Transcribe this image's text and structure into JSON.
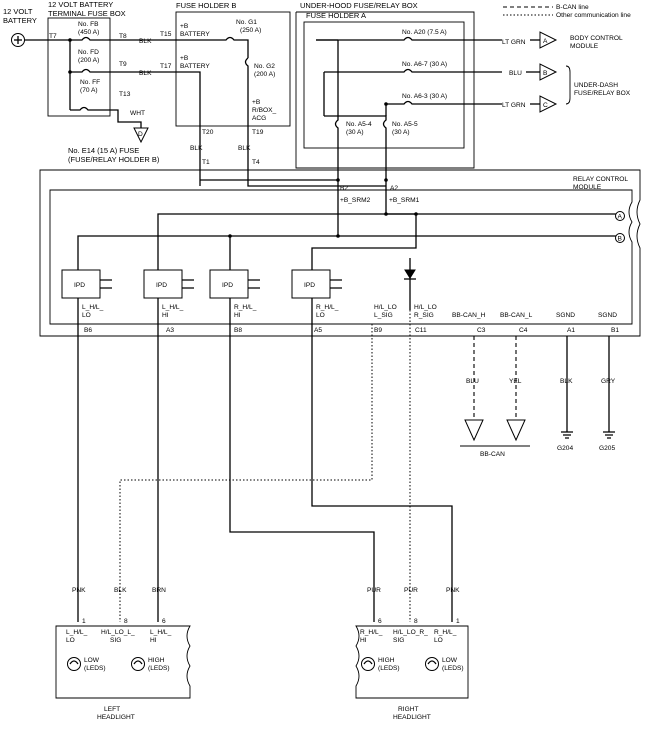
{
  "legend": {
    "bcan": "B-CAN line",
    "other": "Other communication line"
  },
  "battery": {
    "line1": "12 VOLT",
    "line2": "BATTERY"
  },
  "terminal_box": {
    "line1": "12 VOLT BATTERY",
    "line2": "TERMINAL FUSE BOX",
    "fuses": [
      {
        "name": "No. FB",
        "rating": "(450 A)"
      },
      {
        "name": "No. FD",
        "rating": "(200 A)"
      },
      {
        "name": "No. FF",
        "rating": "(70 A)"
      }
    ],
    "terms": {
      "t7": "T7",
      "t8": "T8",
      "t9": "T9",
      "t13": "T13"
    }
  },
  "fuse_holder_b": {
    "title": "FUSE HOLDER B",
    "bat1": "+B",
    "bat1b": "BATTERY",
    "bat2": "+B",
    "bat2b": "BATTERY",
    "g1": "No. G1",
    "g1r": "(250 A)",
    "g2": "No. G2",
    "g2r": "(200 A)",
    "rbox1": "+B",
    "rbox2": "R/BOX_",
    "rbox3": "ACG",
    "terms": {
      "t15": "T15",
      "t17": "T17",
      "t20": "T20",
      "t19": "T19"
    }
  },
  "under_hood": {
    "title": "UNDER-HOOD FUSE/RELAY BOX"
  },
  "fuse_holder_a": {
    "title": "FUSE HOLDER A",
    "a20": "No. A20 (7.5 A)",
    "a67": "No. A6-7 (30 A)",
    "a63": "No. A6-3 (30 A)",
    "a54": "No. A5-4",
    "a54r": "(30 A)",
    "a55": "No. A5-5",
    "a55r": "(30 A)"
  },
  "wire_colors": {
    "blk_t8": "BLK",
    "blk_t9": "BLK",
    "wht": "WHT",
    "blk_t20": "BLK",
    "blk_t19": "BLK",
    "ltgrn1": "LT GRN",
    "blu1": "BLU",
    "ltgrn2": "LT GRN",
    "blu_can": "BLU",
    "yel_can": "YEL",
    "blk_g": "BLK",
    "gry_g": "GRY",
    "pnk_l": "PNK",
    "blk_l": "BLK",
    "brn_l": "BRN",
    "pur_r": "PUR",
    "pur2_r": "PUR",
    "pnk_r": "PNK"
  },
  "e14": {
    "line1": "No. E14 (15 A) FUSE",
    "line2": "(FUSE/RELAY HOLDER B)"
  },
  "connectors": {
    "a": "A",
    "b": "B",
    "c": "C",
    "d": "D",
    "a_txt1": "BODY CONTROL",
    "a_txt2": "MODULE",
    "bc_txt1": "UNDER-DASH",
    "bc_txt2": "FUSE/RELAY BOX",
    "ref_a": "A",
    "ref_b": "B"
  },
  "relay_module": {
    "title1": "RELAY CONTROL",
    "title2": "MODULE",
    "b2": "B2",
    "a2": "A2",
    "t1": "T1",
    "t4": "T4",
    "srm2": "+B_SRM2",
    "srm1": "+B_SRM1",
    "ipd": "IPD",
    "pins": [
      {
        "l1": "L_H/L_",
        "l2": "LO",
        "pin": "B6"
      },
      {
        "l1": "L_H/L_",
        "l2": "HI",
        "pin": "A3"
      },
      {
        "l1": "R_H/L_",
        "l2": "HI",
        "pin": "B8"
      },
      {
        "l1": "R_H/L_",
        "l2": "LO",
        "pin": "A5"
      },
      {
        "l1": "H/L_LO",
        "l2": "L_SIG",
        "pin": "B9"
      },
      {
        "l1": "H/L_LO",
        "l2": "R_SIG",
        "pin": "C11"
      },
      {
        "l1": "BB-CAN_H",
        "l2": "",
        "pin": "C3"
      },
      {
        "l1": "BB-CAN_L",
        "l2": "",
        "pin": "C4"
      },
      {
        "l1": "SGND",
        "l2": "",
        "pin": "A1"
      },
      {
        "l1": "SGND",
        "l2": "",
        "pin": "B1"
      }
    ]
  },
  "bbcan": "BB-CAN",
  "grounds": {
    "g204": "G204",
    "g205": "G205"
  },
  "left_headlight": {
    "line1": "LEFT",
    "line2": "HEADLIGHT",
    "pins": [
      {
        "num": "1",
        "l1": "L_H/L_",
        "l2": "LO"
      },
      {
        "num": "8",
        "l1": "H/L_LO_L_",
        "l2": "SIG"
      },
      {
        "num": "6",
        "l1": "L_H/L_",
        "l2": "HI"
      }
    ],
    "low1": "LOW",
    "low2": "(LEDS)",
    "high1": "HIGH",
    "high2": "(LEDS)"
  },
  "right_headlight": {
    "line1": "RIGHT",
    "line2": "HEADLIGHT",
    "pins": [
      {
        "num": "6",
        "l1": "R_H/L_",
        "l2": "HI"
      },
      {
        "num": "8",
        "l1": "H/L_LO_R_",
        "l2": "SIG"
      },
      {
        "num": "1",
        "l1": "R_H/L_",
        "l2": "LO"
      }
    ],
    "high1": "HIGH",
    "high2": "(LEDS)",
    "low1": "LOW",
    "low2": "(LEDS)"
  }
}
